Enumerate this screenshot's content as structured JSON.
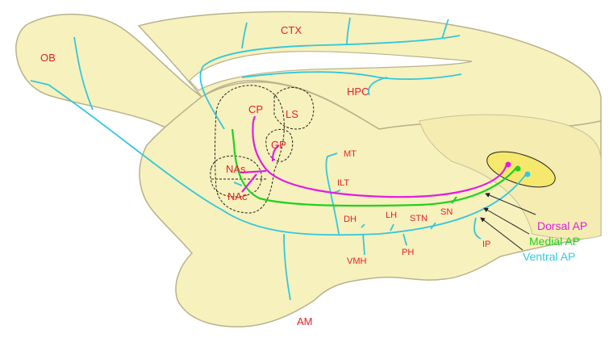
{
  "colors": {
    "brain_fill": "#f7f1bd",
    "brain_stroke": "#b9b28c",
    "region_label": "#e8202a",
    "dorsal": "#e21ee2",
    "medial": "#1fd21f",
    "ventral": "#33c8dc",
    "nucleus_fill": "#f6e86c"
  },
  "regions": {
    "ob": "OB",
    "ctx": "CTX",
    "hpc": "HPC",
    "cp": "CP",
    "ls": "LS",
    "gp": "GP",
    "nas": "NAs",
    "nac": "NAc",
    "mt": "MT",
    "ilt": "ILT",
    "dh": "DH",
    "lh": "LH",
    "stn": "STN",
    "sn": "SN",
    "vmh": "VMH",
    "ph": "PH",
    "ip": "IP",
    "am": "AM"
  },
  "legend": {
    "dorsal": "Dorsal AP",
    "medial": "Medial AP",
    "ventral": "Ventral AP"
  }
}
